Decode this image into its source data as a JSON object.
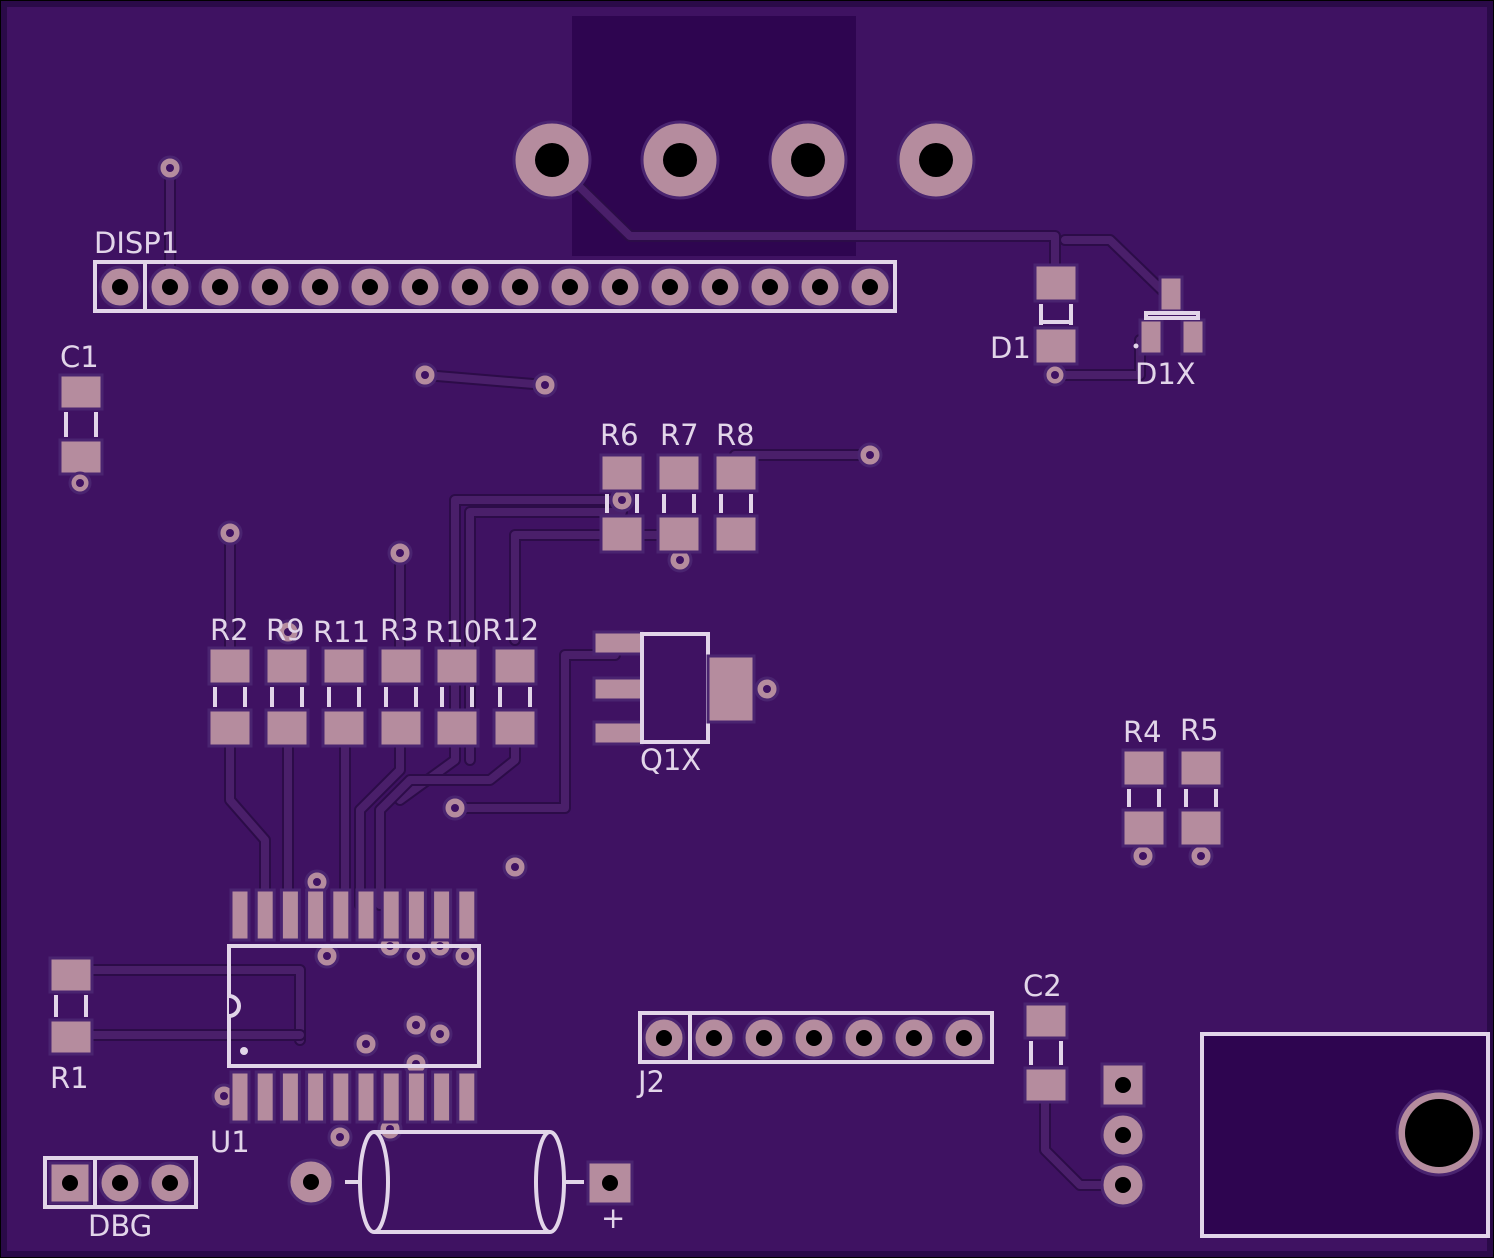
{
  "colors": {
    "board": "#3f1262",
    "board_edge": "#2a0a48",
    "copper_zone": "#2e0550",
    "pad": "#b58c9e",
    "silkscreen": "#e2d5e9",
    "hole": "#000000"
  },
  "labels": {
    "disp1": "DISP1",
    "c1": "C1",
    "c2": "C2",
    "d1": "D1",
    "d1x": "D1X",
    "r1": "R1",
    "r2": "R2",
    "r3": "R3",
    "r4": "R4",
    "r5": "R5",
    "r6": "R6",
    "r7": "R7",
    "r8": "R8",
    "r9": "R9",
    "r10": "R10",
    "r11": "R11",
    "r12": "R12",
    "q1x": "Q1X",
    "u1": "U1",
    "j2": "J2",
    "dbg": "DBG",
    "plus": "+"
  }
}
